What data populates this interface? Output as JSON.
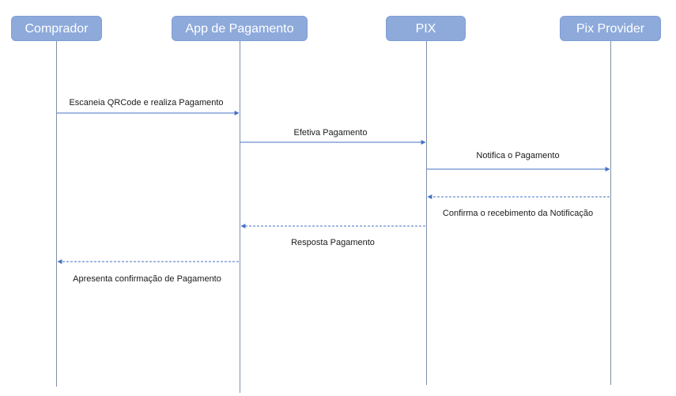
{
  "actors": [
    {
      "label": "Comprador"
    },
    {
      "label": "App de Pagamento"
    },
    {
      "label": "PIX"
    },
    {
      "label": "Pix Provider"
    }
  ],
  "messages": [
    {
      "label": "Escaneia QRCode e realiza Pagamento",
      "style": "solid"
    },
    {
      "label": "Efetiva Pagamento",
      "style": "solid"
    },
    {
      "label": "Notifica o Pagamento",
      "style": "solid"
    },
    {
      "label": "Confirma o recebimento da Notificação",
      "style": "dashed"
    },
    {
      "label": "Resposta Pagamento",
      "style": "dashed"
    },
    {
      "label": "Apresenta confirmação de Pagamento",
      "style": "dashed"
    }
  ],
  "colors": {
    "actor_fill": "#8eaadb",
    "actor_text": "#ffffff",
    "arrow": "#4472c4",
    "lifeline": "#7f8fa6"
  }
}
